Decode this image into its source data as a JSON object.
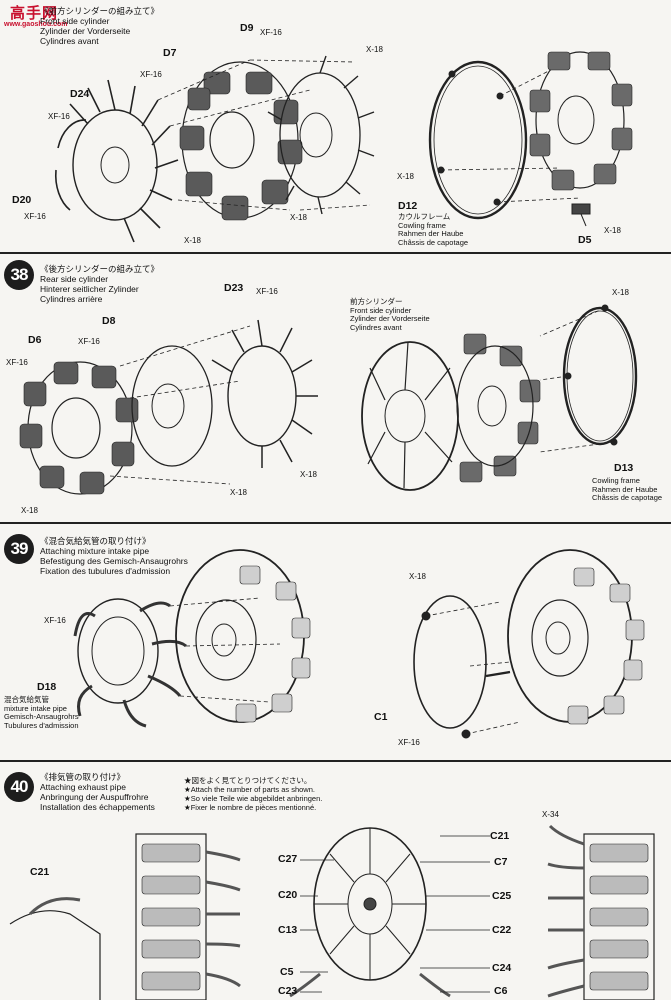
{
  "watermark": {
    "main": "高手网",
    "sub": "www.gaoshou.com"
  },
  "step37": {
    "title_jp": "《前方シリンダーの組み立て》",
    "title_en": "Front side cylinder",
    "title_de": "Zylinder der Vorderseite",
    "title_fr": "Cylindres avant",
    "labels": {
      "D7": "D7",
      "D9": "D9",
      "D24": "D24",
      "D20": "D20",
      "D12": "D12",
      "D5": "D5",
      "xf16": "XF-16",
      "x18": "X-18"
    },
    "cowling": {
      "jp": "カウルフレーム",
      "en": "Cowling frame",
      "de": "Rahmen der Haube",
      "fr": "Châssis de capotage"
    }
  },
  "step38": {
    "number": "38",
    "title_jp": "《後方シリンダーの組み立て》",
    "title_en": "Rear side cylinder",
    "title_de": "Hinterer seitlicher Zylinder",
    "title_fr": "Cylindres arrière",
    "labels": {
      "D23": "D23",
      "D8": "D8",
      "D6": "D6",
      "D13": "D13",
      "xf16": "XF-16",
      "x18": "X-18"
    },
    "front_cyl": {
      "jp": "前方シリンダー",
      "en": "Front side cylinder",
      "de": "Zylinder der Vorderseite",
      "fr": "Cylindres avant"
    },
    "cowling": {
      "en": "Cowling frame",
      "de": "Rahmen der Haube",
      "fr": "Châssis de capotage"
    }
  },
  "step39": {
    "number": "39",
    "title_jp": "《混合気給気管の取り付け》",
    "title_en": "Attaching mixture intake pipe",
    "title_de": "Befestigung des Gemisch-Ansaugrohrs",
    "title_fr": "Fixation des tubulures d'admission",
    "labels": {
      "D18": "D18",
      "C1": "C1",
      "xf16": "XF-16",
      "x18": "X-18"
    },
    "pipe": {
      "jp": "混合気給気管",
      "en": "mixture intake pipe",
      "de": "Gemisch-Ansaugrohrs",
      "fr": "Tubulures d'admission"
    }
  },
  "step40": {
    "number": "40",
    "title_jp": "《排気管の取り付け》",
    "title_en": "Attaching exhaust pipe",
    "title_de": "Anbringung der Auspuffrohre",
    "title_fr": "Installation des échappements",
    "note_jp": "★図をよく見てとりつけてください。",
    "note_en": "★Attach the number of parts as shown.",
    "note_de": "★So viele Teile wie abgebildet anbringen.",
    "note_fr": "★Fixer le nombre de pièces mentionné.",
    "labels": {
      "C21a": "C21",
      "C21b": "C21",
      "C27": "C27",
      "C20": "C20",
      "C13": "C13",
      "C5": "C5",
      "C23": "C23",
      "C7": "C7",
      "C25": "C25",
      "C22": "C22",
      "C24": "C24",
      "C6": "C6",
      "x34": "X-34"
    }
  }
}
